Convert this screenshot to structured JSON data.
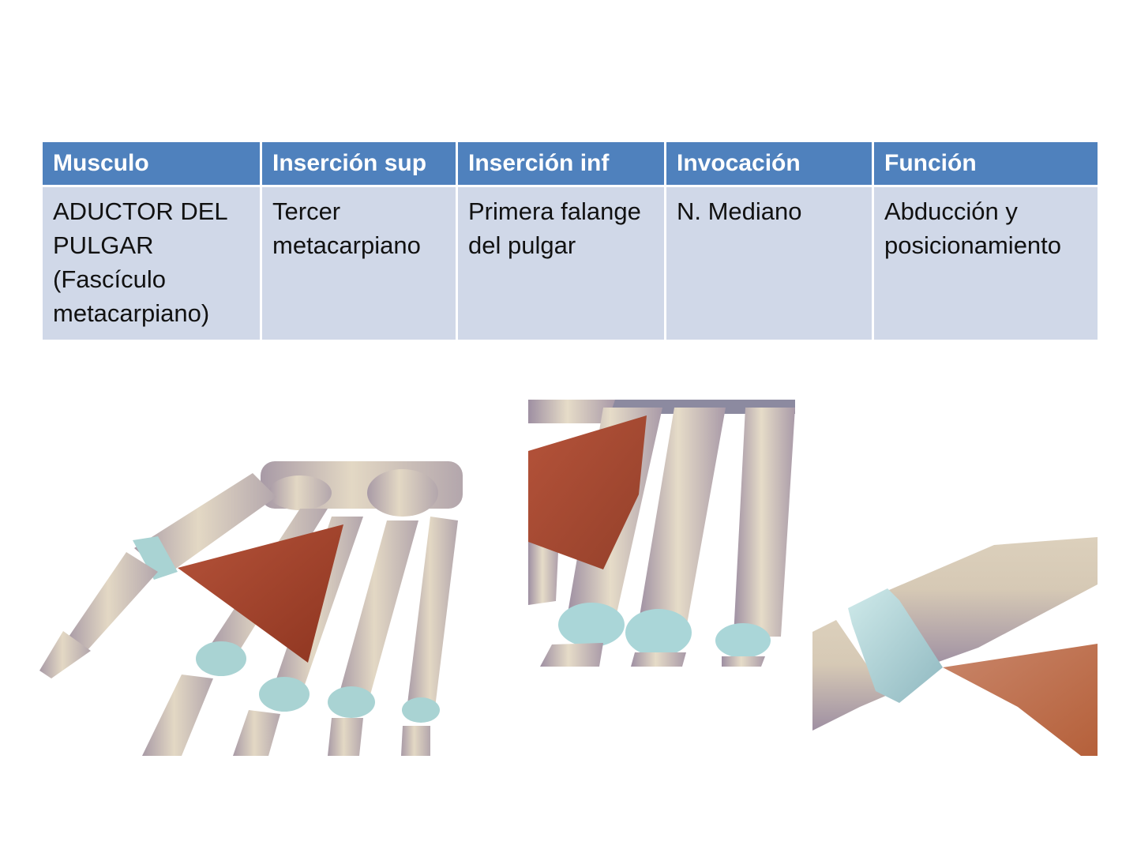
{
  "table": {
    "headers": [
      "Musculo",
      "Inserción sup",
      "Inserción inf",
      "Invocación",
      "Función"
    ],
    "rows": [
      {
        "musculo": [
          "ADUCTOR DEL",
          "PULGAR",
          "(Fascículo",
          "metacarpiano)"
        ],
        "insercion_sup": [
          "Tercer",
          "metacarpiano"
        ],
        "insercion_inf": [
          "Primera falange",
          "del pulgar"
        ],
        "invocacion": [
          "N. Mediano"
        ],
        "funcion": [
          "Abducción y",
          "posicionamiento"
        ]
      }
    ],
    "colors": {
      "header_bg": "#4f81bd",
      "row_bg": "#d0d8e8",
      "border": "#ffffff"
    }
  },
  "figures": [
    {
      "name": "hand-skeleton-adductor-overview",
      "subject": "Aductor del pulgar - vista general de mano"
    },
    {
      "name": "metacarpal-insertion-closeup",
      "subject": "Inserción en tercer metacarpiano"
    },
    {
      "name": "thumb-phalanx-insertion-closeup",
      "subject": "Inserción en primera falange del pulgar"
    }
  ],
  "colors": {
    "bone": "#ddd2bd",
    "bone_shade": "#a89aa6",
    "cartilage": "#a9d3d3",
    "muscle": "#a8472a"
  }
}
